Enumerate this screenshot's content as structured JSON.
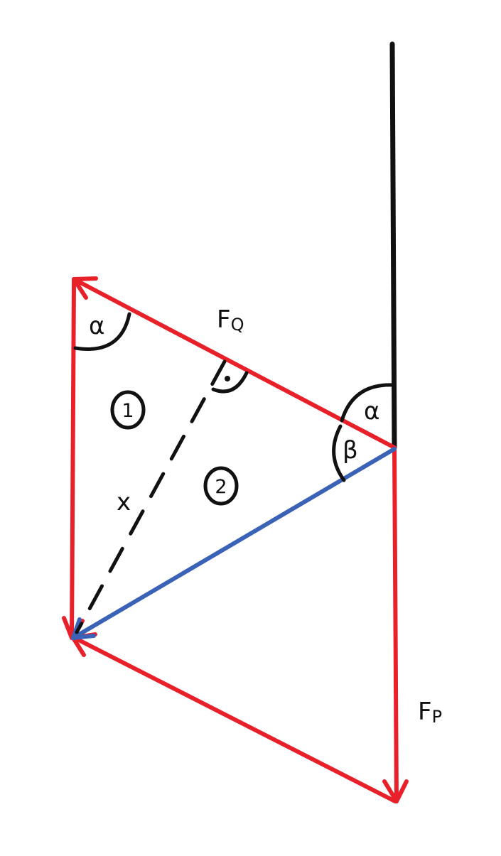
{
  "colors": {
    "force": "#e8202a",
    "resultant": "#3a62b6",
    "wall": "#111111",
    "background": "#ffffff"
  },
  "labels": {
    "fq_main": "F",
    "fq_sub": "Q",
    "fp_main": "F",
    "fp_sub": "P",
    "alpha_top": "α",
    "alpha_right": "α",
    "beta": "β",
    "x": "x",
    "region_1": "1",
    "region_2": "2"
  },
  "icons": {
    "right_angle": "right-angle-icon"
  }
}
